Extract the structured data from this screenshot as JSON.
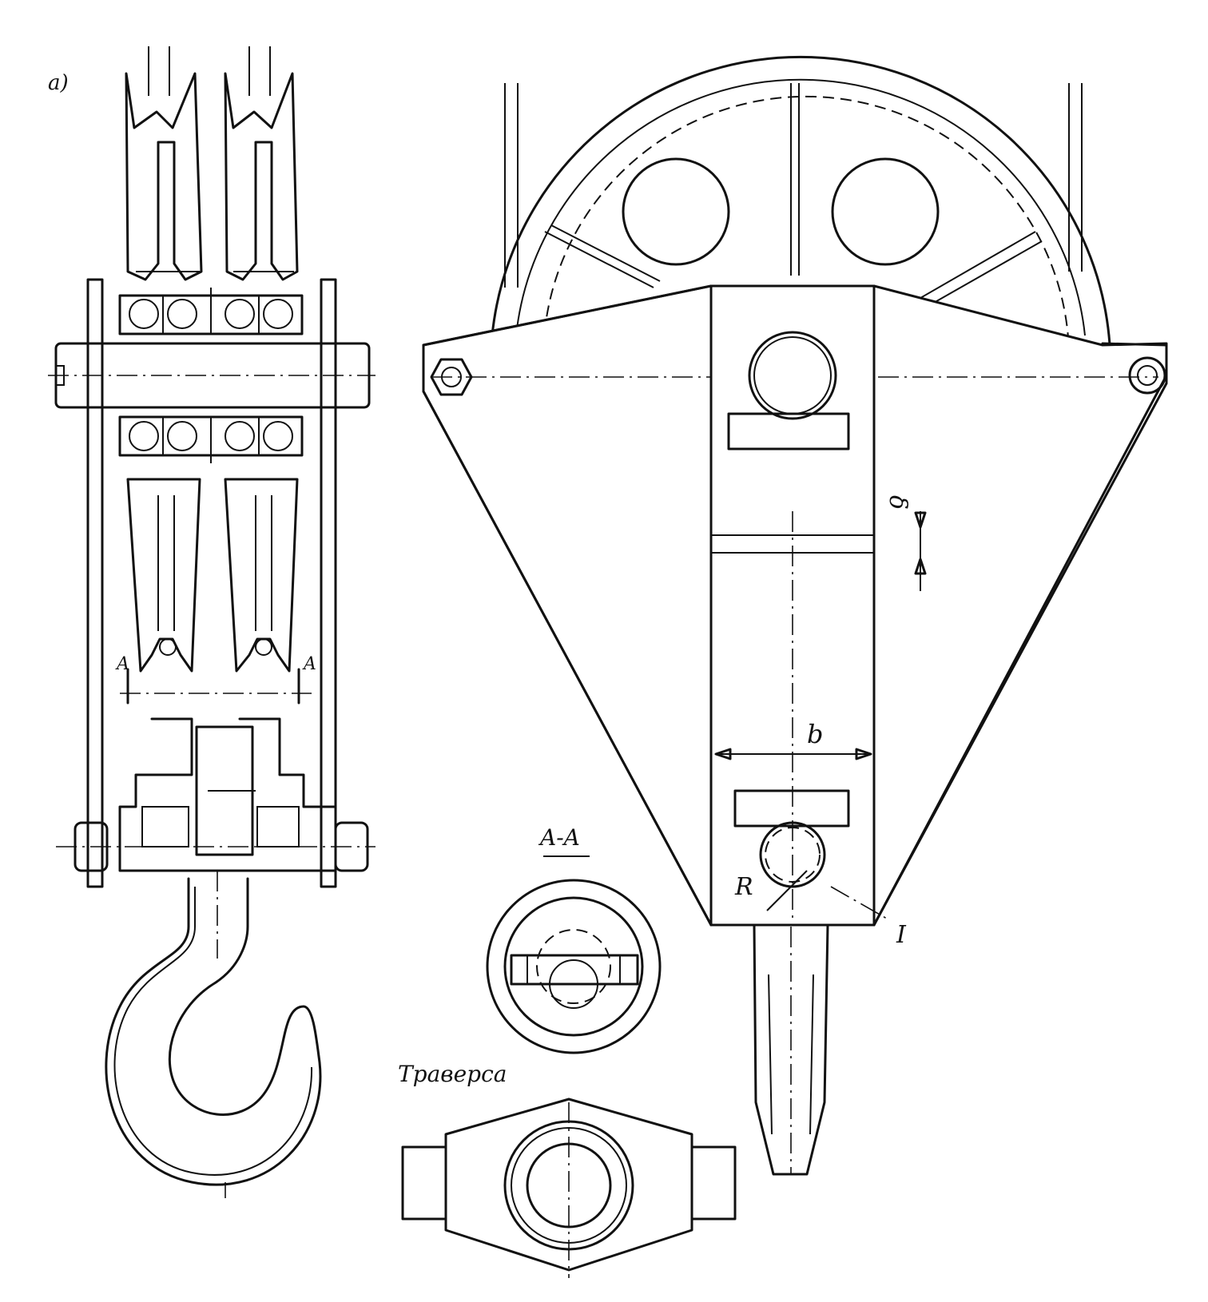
{
  "panel_label": "a)",
  "section_title": "A-A",
  "section_mark": "A",
  "dim_b": "b",
  "dim_delta": "δ",
  "dim_R": "R",
  "ref_I": "I",
  "traverse_caption": "Траверса"
}
